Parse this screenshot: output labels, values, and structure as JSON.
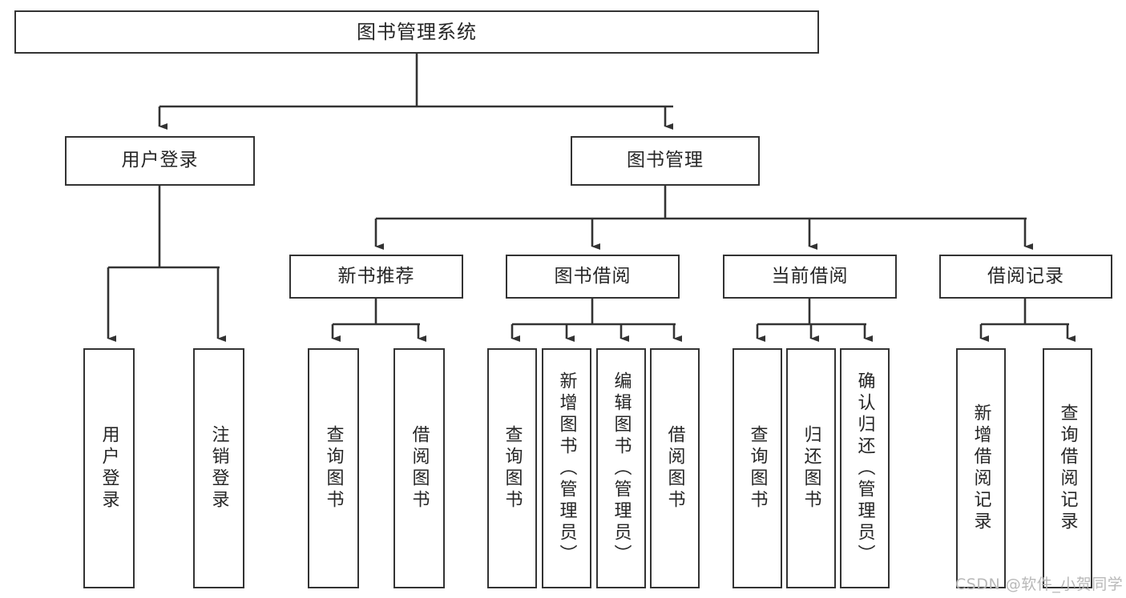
{
  "diagram": {
    "title": "图书管理系统",
    "type": "tree",
    "watermark": "CSDN @软件_小贺同学",
    "colors": {
      "box_border": "#333333",
      "box_fill": "#ffffff",
      "edge": "#333333",
      "text": "#262626",
      "watermark": "#b8b8b8",
      "background": "#ffffff"
    },
    "nodes": {
      "root": {
        "label": "图书管理系统"
      },
      "level2": [
        {
          "id": "user-login",
          "label": "用户登录"
        },
        {
          "id": "book-manage",
          "label": "图书管理"
        }
      ],
      "level3": [
        {
          "id": "new-book-recommend",
          "label": "新书推荐"
        },
        {
          "id": "book-borrow",
          "label": "图书借阅"
        },
        {
          "id": "current-borrow",
          "label": "当前借阅"
        },
        {
          "id": "borrow-record",
          "label": "借阅记录"
        }
      ],
      "leaves": {
        "user-login": [
          {
            "id": "leaf-user-login",
            "label": "用户登录"
          },
          {
            "id": "leaf-user-logout",
            "label": "注销登录"
          }
        ],
        "new-book-recommend": [
          {
            "id": "leaf-query-book-1",
            "label": "查询图书"
          },
          {
            "id": "leaf-borrow-book-1",
            "label": "借阅图书"
          }
        ],
        "book-borrow": [
          {
            "id": "leaf-query-book-2",
            "label": "查询图书"
          },
          {
            "id": "leaf-add-book",
            "label": "新增图书（管理员）"
          },
          {
            "id": "leaf-edit-book",
            "label": "编辑图书（管理员）"
          },
          {
            "id": "leaf-borrow-book-2",
            "label": "借阅图书"
          }
        ],
        "current-borrow": [
          {
            "id": "leaf-query-book-3",
            "label": "查询图书"
          },
          {
            "id": "leaf-return-book",
            "label": "归还图书"
          },
          {
            "id": "leaf-confirm-return",
            "label": "确认归还（管理员）"
          }
        ],
        "borrow-record": [
          {
            "id": "leaf-add-record",
            "label": "新增借阅记录"
          },
          {
            "id": "leaf-query-record",
            "label": "查询借阅记录"
          }
        ]
      }
    }
  }
}
